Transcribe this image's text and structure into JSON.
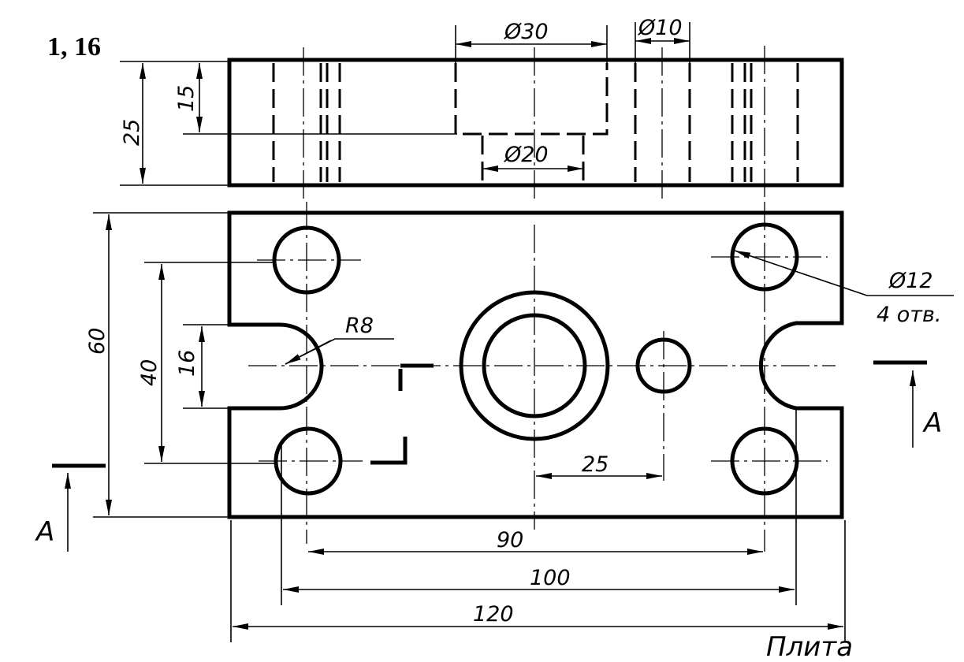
{
  "header": {
    "figure_number": "1, 16"
  },
  "dimensions": {
    "d30": "Ø30",
    "d10": "Ø10",
    "d20": "Ø20",
    "h25": "25",
    "h15": "15",
    "v60": "60",
    "v40": "40",
    "v16": "16",
    "r8": "R8",
    "d12": "Ø12",
    "holes": "4 отв.",
    "d25": "25",
    "w90": "90",
    "w100": "100",
    "w120": "120"
  },
  "section": {
    "left": "A",
    "right": "A"
  },
  "title": "Плита"
}
